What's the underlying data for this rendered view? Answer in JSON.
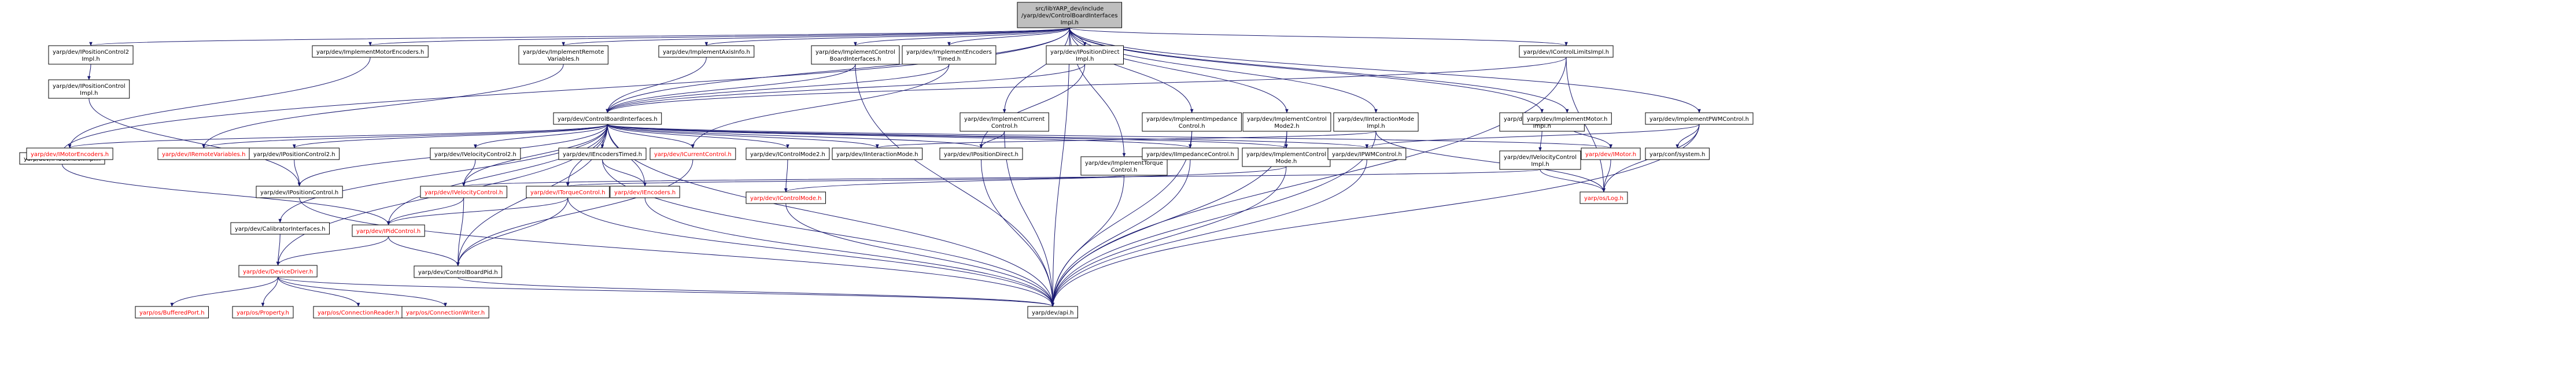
{
  "graph": {
    "colors": {
      "edge": "#191970",
      "node_border": "#000000",
      "node_fill": "#ffffff",
      "root_fill": "#bfbfbf",
      "text": "#000000",
      "text_missing": "#ff0000"
    },
    "nodes": [
      {
        "id": "root",
        "lines": [
          "src/libYARP_dev/include",
          "/yarp/dev/ControlBoardInterfaces",
          "Impl.h"
        ],
        "root": true,
        "missing": false
      },
      {
        "id": "ipc2impl",
        "lines": [
          "yarp/dev/IPositionControl2",
          "Impl.h"
        ],
        "missing": false
      },
      {
        "id": "ipcimpl",
        "lines": [
          "yarp/dev/IPositionControl",
          "Impl.h"
        ],
        "missing": false
      },
      {
        "id": "pidimpl",
        "lines": [
          "yarp/dev/IPidControlImpl.h"
        ],
        "missing": false
      },
      {
        "id": "motenc",
        "lines": [
          "yarp/dev/ImplementMotorEncoders.h"
        ],
        "missing": false
      },
      {
        "id": "remvar",
        "lines": [
          "yarp/dev/ImplementRemote",
          "Variables.h"
        ],
        "missing": false
      },
      {
        "id": "axisinfo",
        "lines": [
          "yarp/dev/ImplementAxisInfo.h"
        ],
        "missing": false
      },
      {
        "id": "cbiimpl",
        "lines": [
          "yarp/dev/ImplementControl",
          "BoardInterfaces.h"
        ],
        "missing": false
      },
      {
        "id": "enctimed",
        "lines": [
          "yarp/dev/ImplementEncoders",
          "Timed.h"
        ],
        "missing": false
      },
      {
        "id": "curctl",
        "lines": [
          "yarp/dev/ImplementCurrent",
          "Control.h"
        ],
        "missing": false
      },
      {
        "id": "posdirimpl",
        "lines": [
          "yarp/dev/IPositionDirect",
          "Impl.h"
        ],
        "missing": false
      },
      {
        "id": "impimpl",
        "lines": [
          "yarp/dev/ImplementImpedance",
          "Control.h"
        ],
        "missing": false
      },
      {
        "id": "torqueimpl",
        "lines": [
          "yarp/dev/ImplementTorque",
          "Control.h"
        ],
        "missing": false
      },
      {
        "id": "cm2impl",
        "lines": [
          "yarp/dev/ImplementControl",
          "Mode2.h"
        ],
        "missing": false
      },
      {
        "id": "interimpl",
        "lines": [
          "yarp/dev/IInteractionMode",
          "Impl.h"
        ],
        "missing": false
      },
      {
        "id": "climits",
        "lines": [
          "yarp/dev/IControlLimitsImpl.h"
        ],
        "missing": false
      },
      {
        "id": "vc2impl",
        "lines": [
          "yarp/dev/IVelocityControl2",
          "Impl.h"
        ],
        "missing": false
      },
      {
        "id": "vcimpl",
        "lines": [
          "yarp/dev/IVelocityControl",
          "Impl.h"
        ],
        "missing": false
      },
      {
        "id": "motimpl",
        "lines": [
          "yarp/dev/ImplementMotor.h"
        ],
        "missing": false
      },
      {
        "id": "pwmimpl",
        "lines": [
          "yarp/dev/ImplementPWMControl.h"
        ],
        "missing": false
      },
      {
        "id": "cbi",
        "lines": [
          "yarp/dev/ControlBoardInterfaces.h"
        ],
        "missing": false
      },
      {
        "id": "imotenc",
        "lines": [
          "yarp/dev/IMotorEncoders.h"
        ],
        "missing": true
      },
      {
        "id": "iremvar",
        "lines": [
          "yarp/dev/IRemoteVariables.h"
        ],
        "missing": true
      },
      {
        "id": "ipc2",
        "lines": [
          "yarp/dev/IPositionControl2.h"
        ],
        "missing": false
      },
      {
        "id": "ivc2",
        "lines": [
          "yarp/dev/IVelocityControl2.h"
        ],
        "missing": false
      },
      {
        "id": "ienctimed",
        "lines": [
          "yarp/dev/IEncodersTimed.h"
        ],
        "missing": false
      },
      {
        "id": "icurrent",
        "lines": [
          "yarp/dev/ICurrentControl.h"
        ],
        "missing": true
      },
      {
        "id": "icm2",
        "lines": [
          "yarp/dev/IControlMode2.h"
        ],
        "missing": false
      },
      {
        "id": "iinter",
        "lines": [
          "yarp/dev/IInteractionMode.h"
        ],
        "missing": false
      },
      {
        "id": "iposdir",
        "lines": [
          "yarp/dev/IPositionDirect.h"
        ],
        "missing": false
      },
      {
        "id": "iimped",
        "lines": [
          "yarp/dev/IImpedanceControl.h"
        ],
        "missing": false
      },
      {
        "id": "cmimpl",
        "lines": [
          "yarp/dev/ImplementControl",
          "Mode.h"
        ],
        "missing": false
      },
      {
        "id": "ipwm",
        "lines": [
          "yarp/dev/IPWMControl.h"
        ],
        "missing": false
      },
      {
        "id": "imotor",
        "lines": [
          "yarp/dev/IMotor.h"
        ],
        "missing": true
      },
      {
        "id": "conf",
        "lines": [
          "yarp/conf/system.h"
        ],
        "missing": false
      },
      {
        "id": "ipc",
        "lines": [
          "yarp/dev/IPositionControl.h"
        ],
        "missing": false
      },
      {
        "id": "ivc",
        "lines": [
          "yarp/dev/IVelocityControl.h"
        ],
        "missing": true
      },
      {
        "id": "itorque",
        "lines": [
          "yarp/dev/ITorqueControl.h"
        ],
        "missing": true
      },
      {
        "id": "iencoders",
        "lines": [
          "yarp/dev/IEncoders.h"
        ],
        "missing": true
      },
      {
        "id": "icm",
        "lines": [
          "yarp/dev/IControlMode.h"
        ],
        "missing": true
      },
      {
        "id": "log",
        "lines": [
          "yarp/os/Log.h"
        ],
        "missing": true
      },
      {
        "id": "calib",
        "lines": [
          "yarp/dev/CalibratorInterfaces.h"
        ],
        "missing": false
      },
      {
        "id": "ipid",
        "lines": [
          "yarp/dev/IPidControl.h"
        ],
        "missing": true
      },
      {
        "id": "devdrv",
        "lines": [
          "yarp/dev/DeviceDriver.h"
        ],
        "missing": true
      },
      {
        "id": "cbpid",
        "lines": [
          "yarp/dev/ControlBoardPid.h"
        ],
        "missing": false
      },
      {
        "id": "bufport",
        "lines": [
          "yarp/os/BufferedPort.h"
        ],
        "missing": true
      },
      {
        "id": "prop",
        "lines": [
          "yarp/os/Property.h"
        ],
        "missing": true
      },
      {
        "id": "connr",
        "lines": [
          "yarp/os/ConnectionReader.h"
        ],
        "missing": true
      },
      {
        "id": "connw",
        "lines": [
          "yarp/os/ConnectionWriter.h"
        ],
        "missing": true
      },
      {
        "id": "api",
        "lines": [
          "yarp/dev/api.h"
        ],
        "missing": false
      }
    ],
    "edges": [
      [
        "root",
        "ipc2impl"
      ],
      [
        "root",
        "motenc"
      ],
      [
        "root",
        "remvar"
      ],
      [
        "root",
        "axisinfo"
      ],
      [
        "root",
        "cbiimpl"
      ],
      [
        "root",
        "enctimed"
      ],
      [
        "root",
        "posdirimpl"
      ],
      [
        "root",
        "climits"
      ],
      [
        "root",
        "pwmimpl"
      ],
      [
        "root",
        "pidimpl"
      ],
      [
        "root",
        "curctl"
      ],
      [
        "root",
        "impimpl"
      ],
      [
        "root",
        "torqueimpl"
      ],
      [
        "root",
        "cm2impl"
      ],
      [
        "root",
        "interimpl"
      ],
      [
        "root",
        "vc2impl"
      ],
      [
        "root",
        "motimpl"
      ],
      [
        "root",
        "cbi"
      ],
      [
        "root",
        "api"
      ],
      [
        "ipc2impl",
        "ipcimpl"
      ],
      [
        "ipcimpl",
        "ipc"
      ],
      [
        "pidimpl",
        "ipid"
      ],
      [
        "motenc",
        "imotenc"
      ],
      [
        "remvar",
        "iremvar"
      ],
      [
        "axisinfo",
        "cbi"
      ],
      [
        "cbiimpl",
        "cbi"
      ],
      [
        "cbiimpl",
        "api"
      ],
      [
        "enctimed",
        "cbi"
      ],
      [
        "enctimed",
        "icurrent"
      ],
      [
        "curctl",
        "iposdir"
      ],
      [
        "curctl",
        "api"
      ],
      [
        "posdirimpl",
        "iposdir"
      ],
      [
        "posdirimpl",
        "cbi"
      ],
      [
        "impimpl",
        "iimped"
      ],
      [
        "impimpl",
        "api"
      ],
      [
        "torqueimpl",
        "itorque"
      ],
      [
        "torqueimpl",
        "api"
      ],
      [
        "cm2impl",
        "cmimpl"
      ],
      [
        "cm2impl",
        "api"
      ],
      [
        "interimpl",
        "iinter"
      ],
      [
        "interimpl",
        "log"
      ],
      [
        "interimpl",
        "api"
      ],
      [
        "climits",
        "cbi"
      ],
      [
        "climits",
        "log"
      ],
      [
        "climits",
        "api"
      ],
      [
        "vc2impl",
        "vcimpl"
      ],
      [
        "vcimpl",
        "ivc"
      ],
      [
        "vcimpl",
        "log"
      ],
      [
        "motimpl",
        "imotor"
      ],
      [
        "pwmimpl",
        "ipwm"
      ],
      [
        "pwmimpl",
        "conf"
      ],
      [
        "pwmimpl",
        "log"
      ],
      [
        "pwmimpl",
        "api"
      ],
      [
        "cbi",
        "imotenc"
      ],
      [
        "cbi",
        "iremvar"
      ],
      [
        "cbi",
        "ipc2"
      ],
      [
        "cbi",
        "ivc2"
      ],
      [
        "cbi",
        "ienctimed"
      ],
      [
        "cbi",
        "icurrent"
      ],
      [
        "cbi",
        "icm2"
      ],
      [
        "cbi",
        "iinter"
      ],
      [
        "cbi",
        "iposdir"
      ],
      [
        "cbi",
        "iimped"
      ],
      [
        "cbi",
        "cmimpl"
      ],
      [
        "cbi",
        "ipwm"
      ],
      [
        "cbi",
        "imotor"
      ],
      [
        "cbi",
        "ipc"
      ],
      [
        "cbi",
        "ivc"
      ],
      [
        "cbi",
        "itorque"
      ],
      [
        "cbi",
        "iencoders"
      ],
      [
        "cbi",
        "calib"
      ],
      [
        "cbi",
        "ipid"
      ],
      [
        "cbi",
        "devdrv"
      ],
      [
        "cbi",
        "cbpid"
      ],
      [
        "cbi",
        "api"
      ],
      [
        "ipc2",
        "ipc"
      ],
      [
        "ivc2",
        "ivc"
      ],
      [
        "ienctimed",
        "iencoders"
      ],
      [
        "ienctimed",
        "api"
      ],
      [
        "icurrent",
        "cbpid"
      ],
      [
        "icm2",
        "icm"
      ],
      [
        "iposdir",
        "api"
      ],
      [
        "iimped",
        "api"
      ],
      [
        "cmimpl",
        "icm"
      ],
      [
        "cmimpl",
        "api"
      ],
      [
        "ipwm",
        "api"
      ],
      [
        "imotor",
        "log"
      ],
      [
        "ipc",
        "api"
      ],
      [
        "ivc",
        "ipid"
      ],
      [
        "ivc",
        "cbpid"
      ],
      [
        "itorque",
        "ipid"
      ],
      [
        "itorque",
        "cbpid"
      ],
      [
        "itorque",
        "api"
      ],
      [
        "iencoders",
        "api"
      ],
      [
        "icm",
        "api"
      ],
      [
        "calib",
        "devdrv"
      ],
      [
        "ipid",
        "devdrv"
      ],
      [
        "ipid",
        "cbpid"
      ],
      [
        "devdrv",
        "bufport"
      ],
      [
        "devdrv",
        "prop"
      ],
      [
        "devdrv",
        "connr"
      ],
      [
        "devdrv",
        "connw"
      ],
      [
        "devdrv",
        "api"
      ],
      [
        "cbpid",
        "api"
      ]
    ]
  }
}
